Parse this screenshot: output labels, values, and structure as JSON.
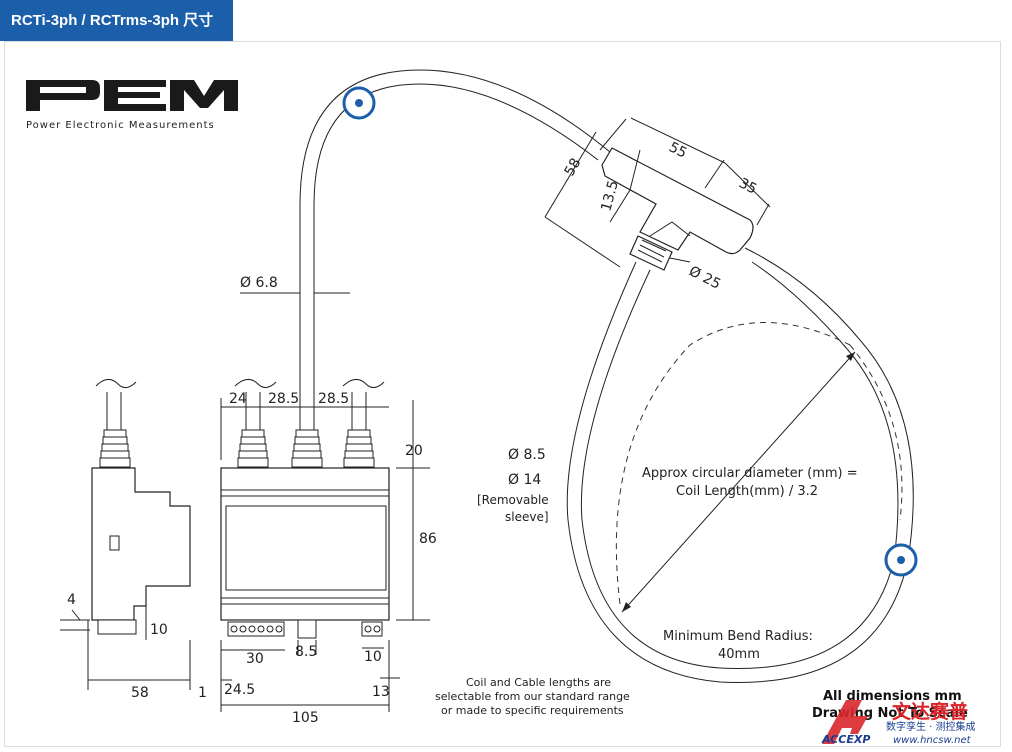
{
  "header": {
    "title": "RCTi-3ph / RCTrms-3ph 尺寸"
  },
  "logo": {
    "mark": "PEM",
    "subtitle": "Power Electronic Measurements"
  },
  "dimensions": {
    "d_6_8": "Ø 6.8",
    "d_55": "55",
    "d_58": "58",
    "d_13_5": "13.5",
    "d_35": "35",
    "d_25": "Ø 25",
    "d_24": "24",
    "d_28_5_a": "28.5",
    "d_28_5_b": "28.5",
    "d_20": "20",
    "d_86": "86",
    "d_8_5": "Ø 8.5",
    "d_14": "Ø 14",
    "removable_1": "[Removable",
    "removable_2": "sleeve]",
    "d_4": "4",
    "d_10_side": "10",
    "d_58_side": "58",
    "d_1": "1",
    "d_30": "30",
    "d_8_5_bottom": "8.5",
    "d_10_bottom": "10",
    "d_24_5": "24.5",
    "d_13": "13",
    "d_105": "105"
  },
  "notes": {
    "circ_1": "Approx circular diameter (mm) =",
    "circ_2": "Coil Length(mm) / 3.2",
    "bend_1": "Minimum Bend Radius:",
    "bend_2": "40mm",
    "coil_1": "Coil and Cable lengths are",
    "coil_2": "selectable from our standard range",
    "coil_3": "or made to specific requirements",
    "all_dims": "All dimensions mm",
    "drawing": "Drawing Not To Scale"
  },
  "watermark": {
    "cn": "文达赛普",
    "sub": "数字孪生 · 测控集成",
    "url": "www.hncsw.net",
    "brand": "ACCEXP"
  },
  "colors": {
    "header_bg": "#1b5faa",
    "marker": "#1b5faa",
    "line": "#222222",
    "watermark_red": "#d8262a"
  }
}
